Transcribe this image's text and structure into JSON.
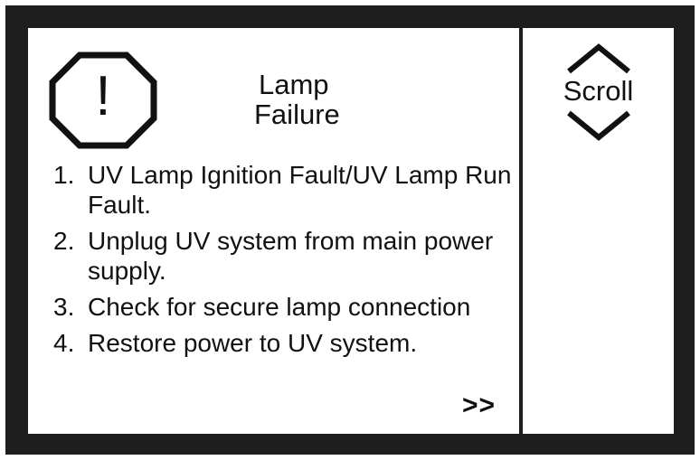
{
  "header": {
    "icon": "exclamation-octagon-icon",
    "warning_mark": "!",
    "title_line_1": "Lamp",
    "title_line_2": "Failure"
  },
  "steps": [
    {
      "number": "1.",
      "text": "UV Lamp Ignition Fault/UV Lamp Run Fault."
    },
    {
      "number": "2.",
      "text": "Unplug UV system from main power supply."
    },
    {
      "number": "3.",
      "text": "Check for secure lamp connection"
    },
    {
      "number": "4.",
      "text": "Restore power to UV system."
    }
  ],
  "navigation": {
    "next_label": ">>",
    "scroll_label": "Scroll",
    "scroll_up_icon": "chevron-up-icon",
    "scroll_down_icon": "chevron-down-icon"
  },
  "colors": {
    "frame": "#1e1e1e",
    "panel": "#ffffff",
    "text": "#111111"
  }
}
